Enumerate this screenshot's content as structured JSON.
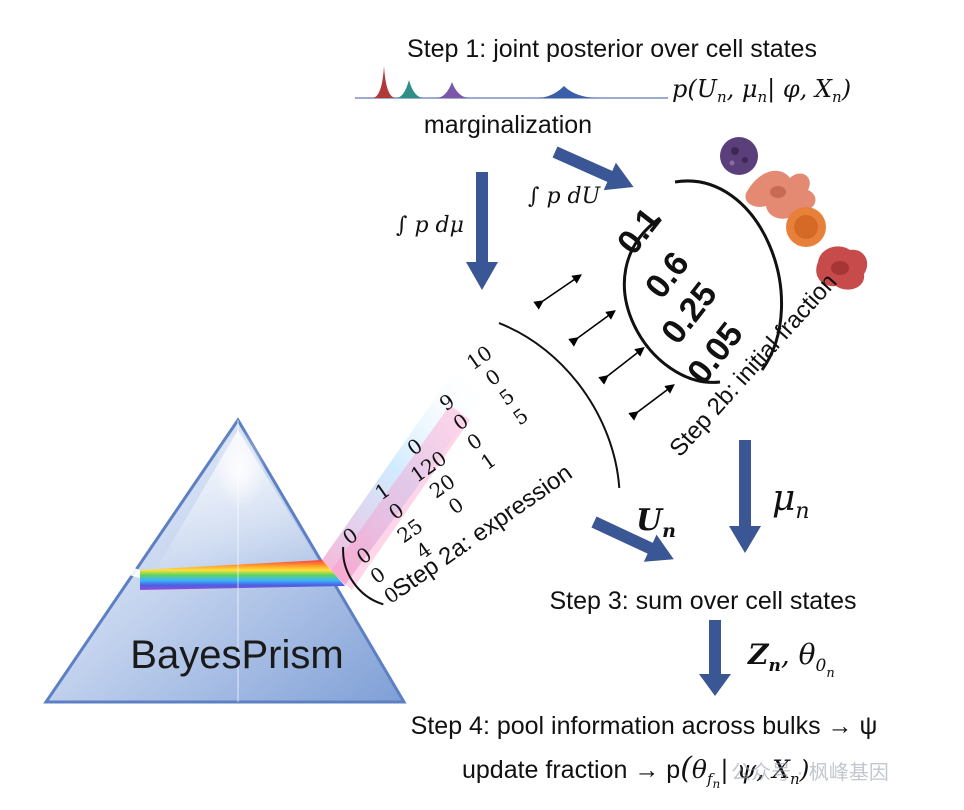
{
  "step1": {
    "title": "Step 1: joint posterior over cell states",
    "posterior": "p(U",
    "posterior_sub": "n",
    "posterior_mid": ", μ",
    "posterior_sub2": "n",
    "posterior_rest": "| φ, X",
    "posterior_sub3": "n",
    "posterior_close": ")",
    "marginalization": "marginalization"
  },
  "integrals": {
    "left": "∫ p dμ",
    "right": "∫ p dU"
  },
  "expression_matrix": {
    "label": "Step 2a: expression",
    "rows": [
      [
        "0",
        "1",
        "0",
        "9",
        "10"
      ],
      [
        "0",
        "0",
        "120",
        "0",
        "0"
      ],
      [
        "0",
        "25",
        "20",
        "0",
        "5"
      ],
      [
        "0",
        "4",
        "0",
        "1",
        "5"
      ]
    ]
  },
  "fraction_vector": {
    "label": "Step 2b: initial fraction",
    "values": [
      "0.1",
      "0.6",
      "0.25",
      "0.05"
    ]
  },
  "mu_label": "μ",
  "mu_sub": "n",
  "U_label": "U",
  "U_sub": "n",
  "step3": {
    "title": "Step 3: sum over cell states"
  },
  "z_label": "Z",
  "z_sub": "n",
  "theta_label": ", θ",
  "theta_sub": "0",
  "theta_subsub": "n",
  "step4": {
    "line1": "Step 4: pool information across bulks → ψ",
    "line2_prefix": "update fraction → p",
    "line2_theta": "θ",
    "line2_theta_sub": "f",
    "line2_theta_subsub": "n",
    "line2_rest": "| ψ, X",
    "line2_rest_sub": "n",
    "line2_close": ")"
  },
  "prism_label": "BayesPrism",
  "watermark": "公众号 · 枫峰基因",
  "colors": {
    "arrow": "#3a5694",
    "peak1": "#b03a3a",
    "peak2": "#2f8f86",
    "peak3": "#7a57a8",
    "peak4": "#3a5fa8",
    "prism_edge": "#5d80c4",
    "cell1": "#5b3f7a",
    "cell2": "#e58a72",
    "cell3": "#e7813a",
    "cell4": "#c84b4b"
  }
}
